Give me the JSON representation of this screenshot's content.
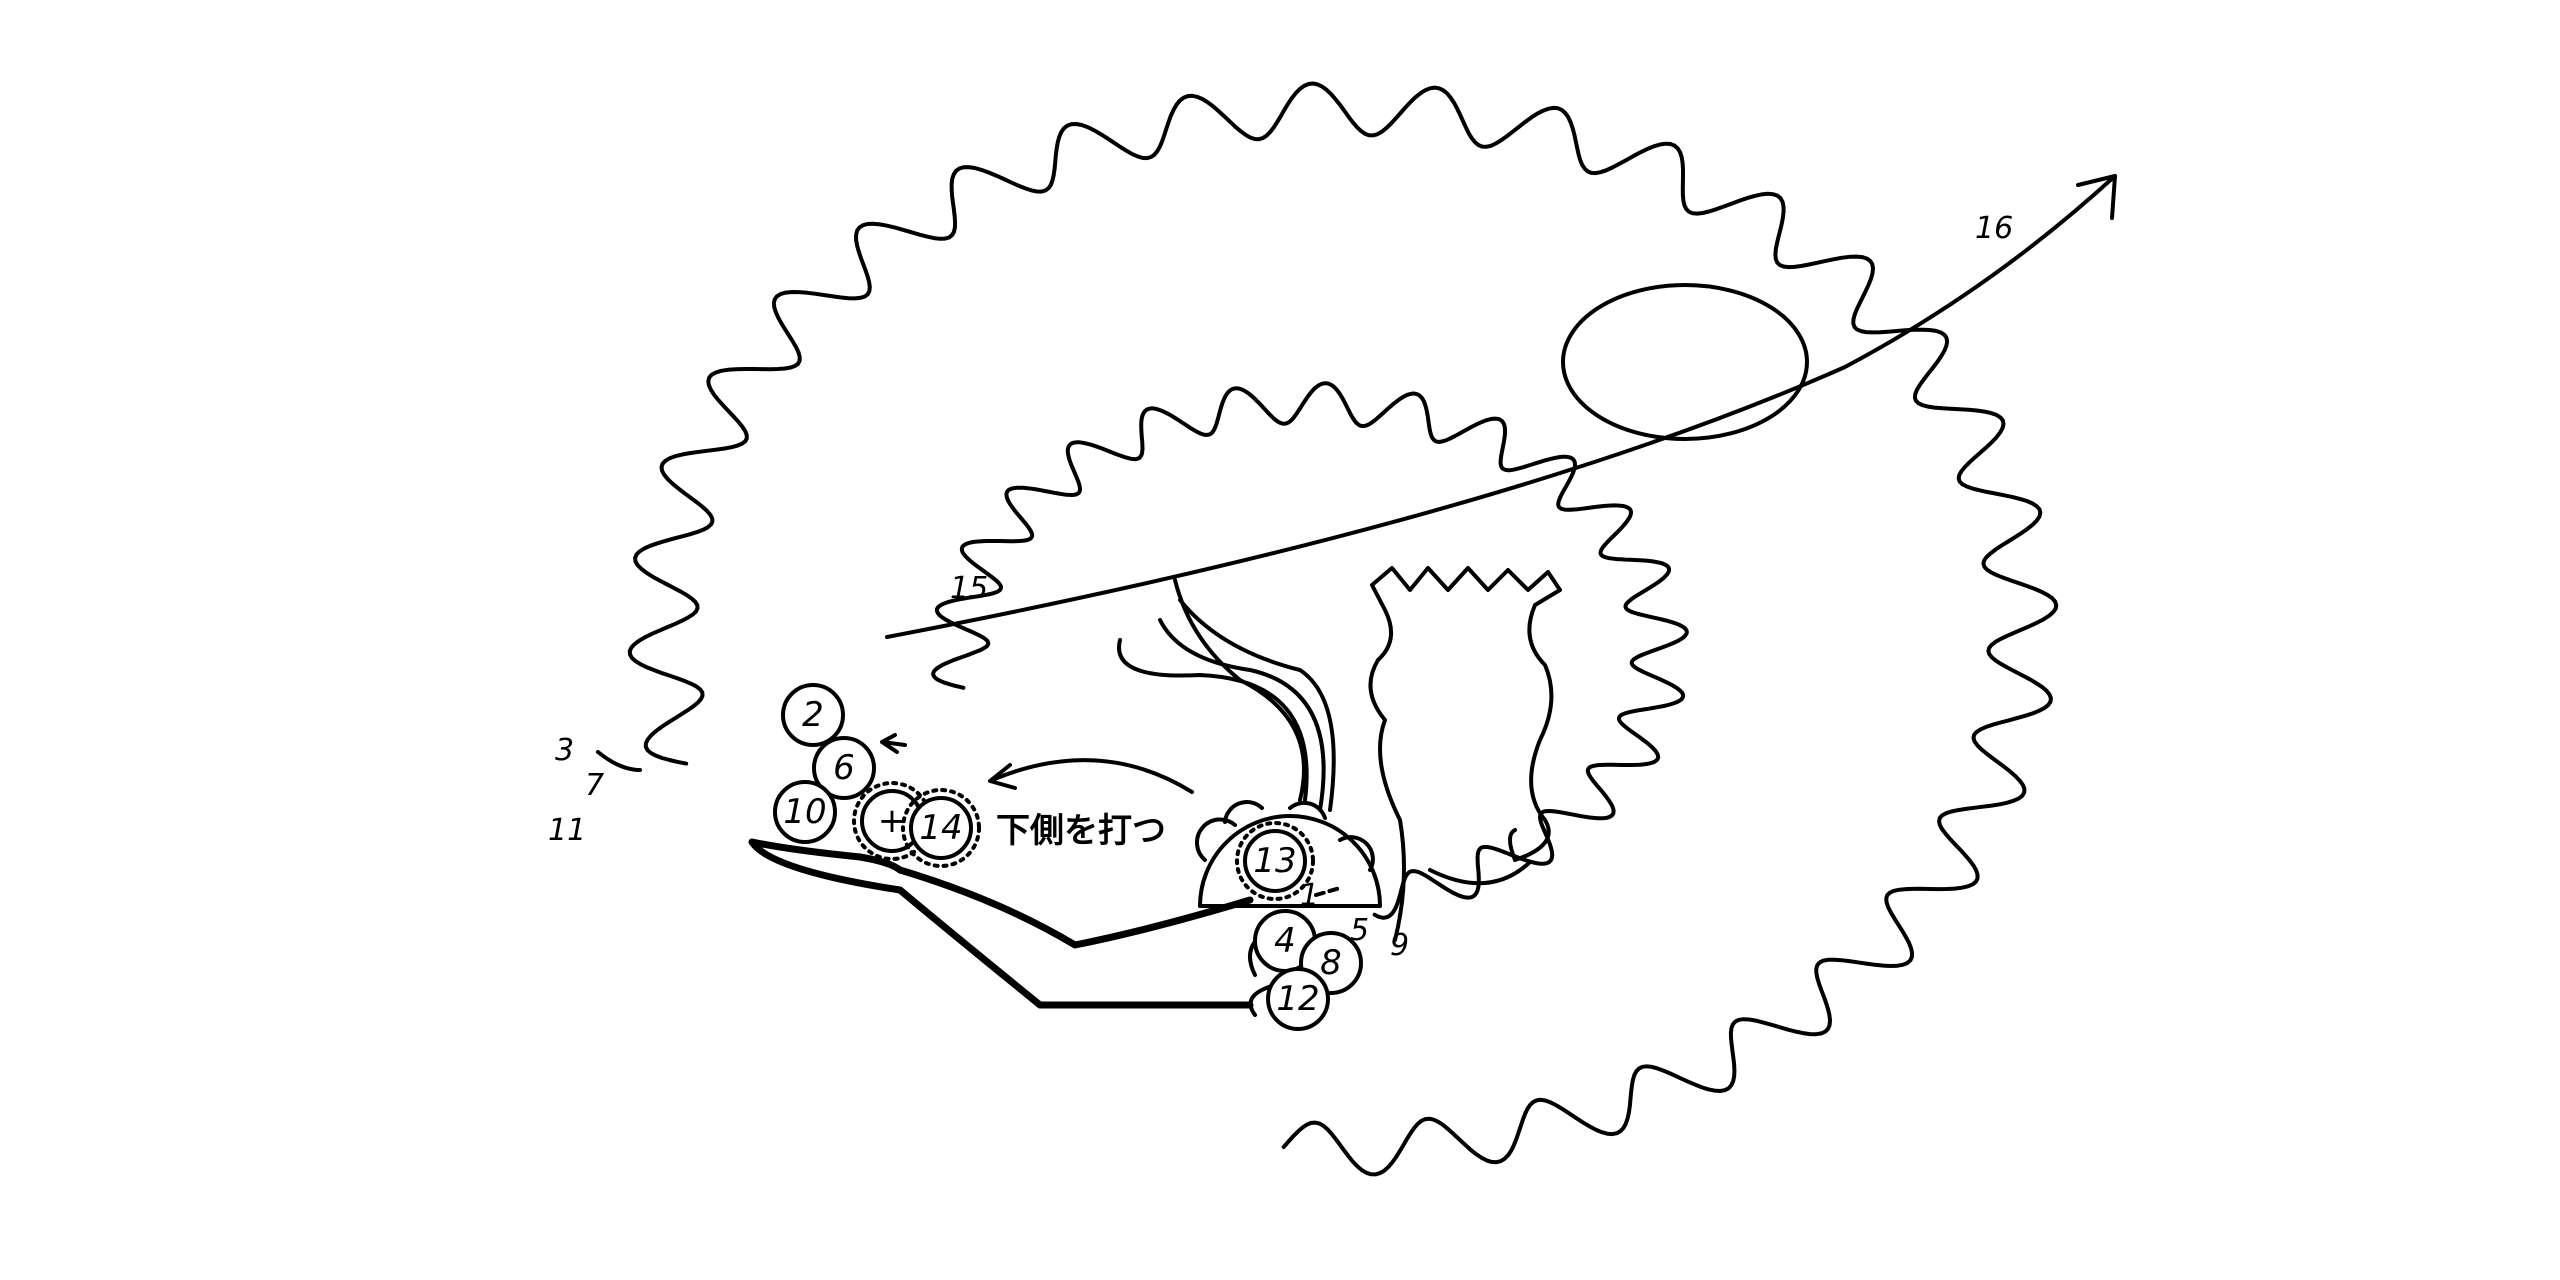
{
  "diagram": {
    "caption": "下側を打つ",
    "circled_labels": [
      "2",
      "6",
      "10",
      "+",
      "14",
      "13",
      "4",
      "8",
      "12"
    ],
    "plain_labels": [
      "1",
      "3",
      "5",
      "7",
      "9",
      "11",
      "15",
      "16"
    ]
  },
  "colors": {
    "ink": "#000000",
    "background": "#ffffff"
  }
}
